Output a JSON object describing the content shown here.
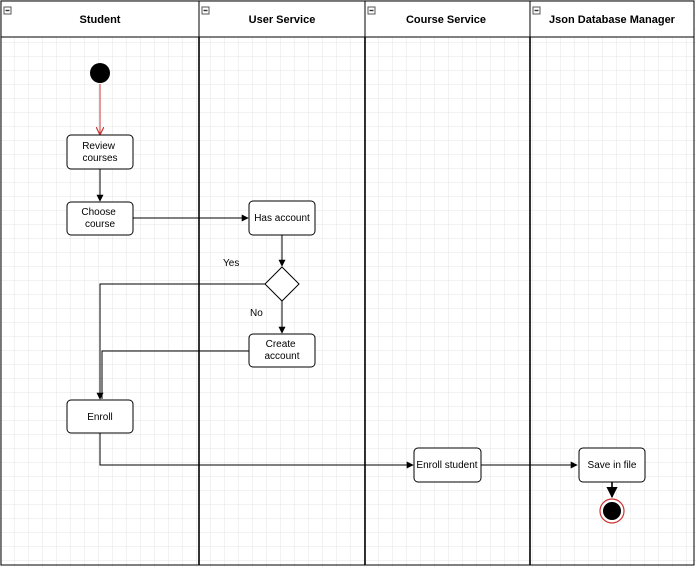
{
  "lanes": [
    {
      "label": "Student"
    },
    {
      "label": "User Service"
    },
    {
      "label": "Course Service"
    },
    {
      "label": "Json Database Manager"
    }
  ],
  "nodes": {
    "review": {
      "lines": [
        "Review",
        "courses"
      ]
    },
    "choose": {
      "lines": [
        "Choose",
        "course"
      ]
    },
    "has_account": {
      "lines": [
        "Has account"
      ]
    },
    "create": {
      "lines": [
        "Create",
        "account"
      ]
    },
    "enroll": {
      "lines": [
        "Enroll"
      ]
    },
    "enroll_student": {
      "lines": [
        "Enroll student"
      ]
    },
    "save": {
      "lines": [
        "Save in file"
      ]
    }
  },
  "edge_labels": {
    "yes": "Yes",
    "no": "No"
  },
  "colors": {
    "grid": "#e6e6e6",
    "start_arrow": "#cc3333",
    "end_ring": "#cc3333",
    "stroke": "#000000"
  },
  "icons": {
    "lane_collapse": "minus-square-icon"
  }
}
